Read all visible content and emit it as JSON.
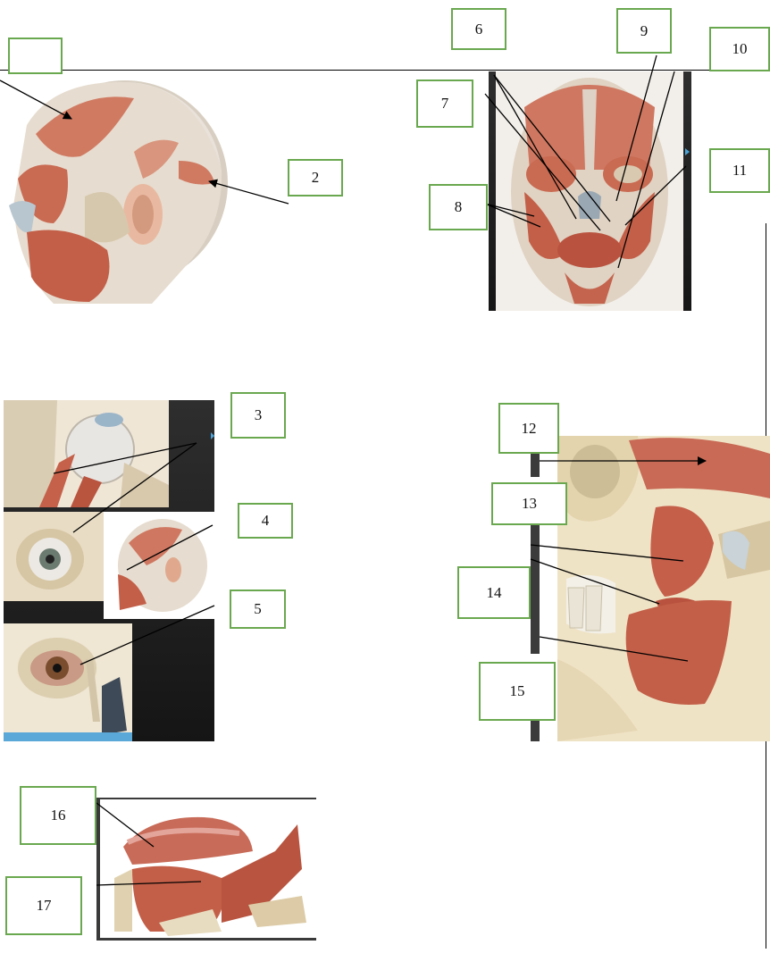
{
  "labels": {
    "l1": "",
    "l2": "2",
    "l3": "3",
    "l4": "4",
    "l5": "5",
    "l6": "6",
    "l7": "7",
    "l8": "8",
    "l9": "9",
    "l10": "10",
    "l11": "11",
    "l12": "12",
    "l13": "13",
    "l14": "14",
    "l15": "15",
    "l16": "16",
    "l17": "17"
  },
  "colors": {
    "label_border": "#6aa84f",
    "muscle": "#c9705a",
    "bone": "#e3d8b8",
    "panel_dark": "#1e1e1e",
    "arrow": "#000000"
  }
}
